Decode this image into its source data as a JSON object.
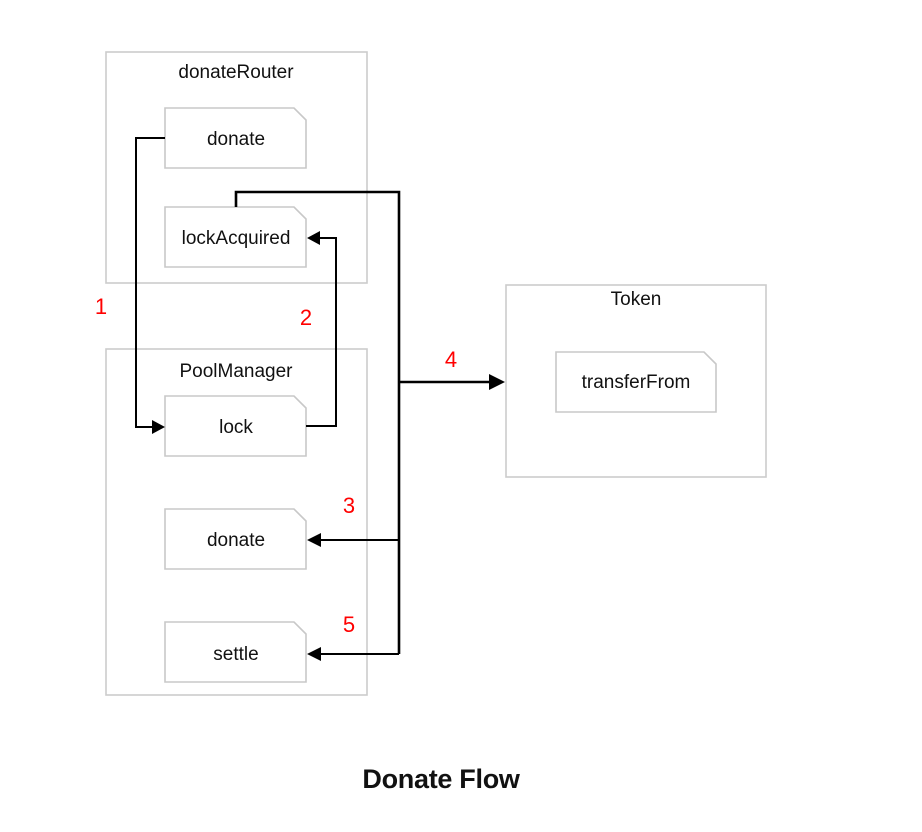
{
  "caption": "Donate Flow",
  "containers": {
    "donate_router": "donateRouter",
    "pool_manager": "PoolManager",
    "token": "Token"
  },
  "nodes": {
    "router_donate": "donate",
    "router_lock_acquired": "lockAcquired",
    "pool_lock": "lock",
    "pool_donate": "donate",
    "pool_settle": "settle",
    "token_transfer_from": "transferFrom"
  },
  "steps": {
    "step1": "1",
    "step2": "2",
    "step3": "3",
    "step4": "4",
    "step5": "5"
  },
  "colors": {
    "step_labels": "#ff0000",
    "edges": "#000000",
    "borders": "#cccccc"
  }
}
